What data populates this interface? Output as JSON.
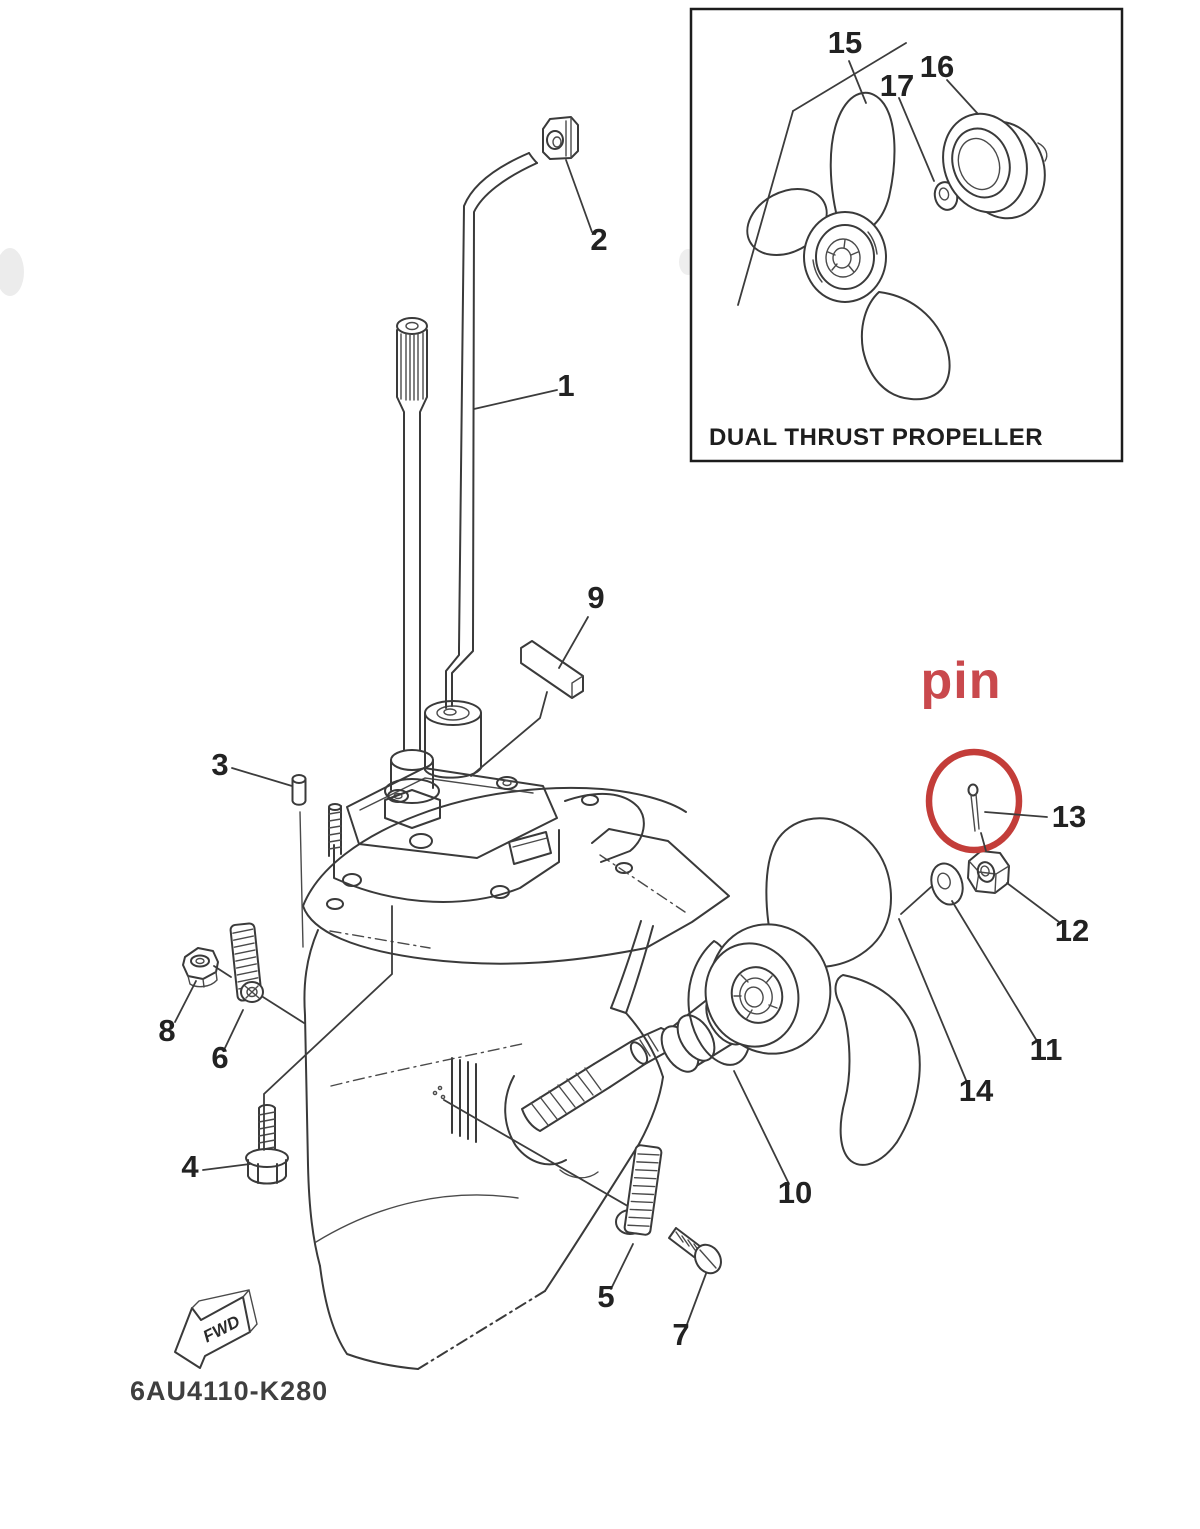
{
  "colors": {
    "line": "#3a3a3a",
    "label": "#222222",
    "red_text": "#c9494d",
    "red_circle": "#c33d39",
    "code_text": "#3f3f3f"
  },
  "inset": {
    "caption": "DUAL THRUST PROPELLER"
  },
  "annotation": {
    "pin_label": "pin"
  },
  "fwd_arrow": {
    "label": "FWD"
  },
  "drawing_code": "6AU4110-K280",
  "part_numbers": [
    "1",
    "2",
    "3",
    "4",
    "5",
    "6",
    "7",
    "8",
    "9",
    "10",
    "11",
    "12",
    "13",
    "14",
    "15",
    "16",
    "17"
  ]
}
